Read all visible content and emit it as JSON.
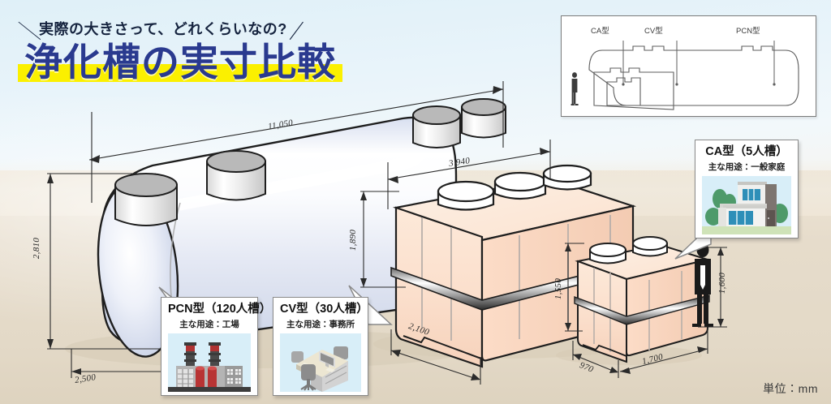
{
  "headline": {
    "kicker": "実際の大きさって、どれくらいなの?",
    "slash_left": "＼",
    "slash_right": "／",
    "title": "浄化槽の実寸比較",
    "title_color": "#2a3a8f",
    "highlight_color": "#fbf000"
  },
  "inset": {
    "labels": [
      "CA型",
      "CV型",
      "PCN型"
    ],
    "person_icon": "person-silhouette-icon",
    "description": "overlay-comparison-diagram"
  },
  "tanks": {
    "pcn": {
      "name": "PCN型",
      "icon": "horizontal-cylinder-tank",
      "dimensions": {
        "length": "11,050",
        "height": "2,810",
        "width": "2,500"
      }
    },
    "cv": {
      "name": "CV型",
      "icon": "box-tank-large",
      "dimensions": {
        "length": "3,940",
        "height": "1,890",
        "depth": "2,100"
      }
    },
    "ca": {
      "name": "CA型",
      "icon": "box-tank-small",
      "dimensions": {
        "height": "1,550",
        "depth": "970",
        "width": "1,700"
      }
    },
    "person": {
      "icon": "person-silhouette-icon",
      "height": "1,600"
    }
  },
  "cards": [
    {
      "id": "pcn",
      "title": "PCN型（120人槽）",
      "subtitle": "主な用途：工場",
      "icon": "factory-icon"
    },
    {
      "id": "cv",
      "title": "CV型（30人槽）",
      "subtitle": "主な用途：事務所",
      "icon": "office-desk-icon"
    },
    {
      "id": "ca",
      "title": "CA型（5人槽）",
      "subtitle": "主な用途：一般家庭",
      "icon": "house-icon"
    }
  ],
  "unit_note": "単位：mm"
}
